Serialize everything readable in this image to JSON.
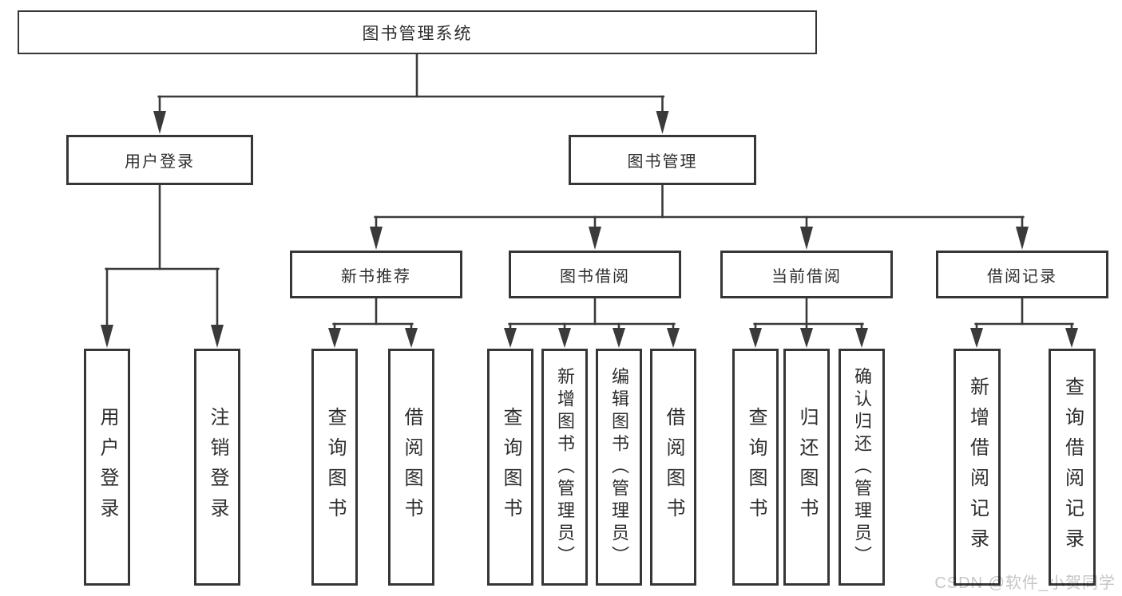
{
  "colors": {
    "background": "#ffffff",
    "line": "#3a3a3a",
    "box-border": "#363636",
    "text": "#2d2d2d",
    "watermark": "#c6c6c6"
  },
  "watermark": {
    "text": "CSDN @软件_小贺同学"
  },
  "tree": {
    "label": "图书管理系统",
    "children": [
      {
        "label": "用户登录",
        "children": [
          {
            "label": "用户登录"
          },
          {
            "label": "注销登录"
          }
        ]
      },
      {
        "label": "图书管理",
        "children": [
          {
            "label": "新书推荐",
            "children": [
              {
                "label": "查询图书"
              },
              {
                "label": "借阅图书"
              }
            ]
          },
          {
            "label": "图书借阅",
            "children": [
              {
                "label": "查询图书"
              },
              {
                "label": "新增图书（管理员）"
              },
              {
                "label": "编辑图书（管理员）"
              },
              {
                "label": "借阅图书"
              }
            ]
          },
          {
            "label": "当前借阅",
            "children": [
              {
                "label": "查询图书"
              },
              {
                "label": "归还图书"
              },
              {
                "label": "确认归还（管理员）"
              }
            ]
          },
          {
            "label": "借阅记录",
            "children": [
              {
                "label": "新增借阅记录"
              },
              {
                "label": "查询借阅记录"
              }
            ]
          }
        ]
      }
    ]
  }
}
